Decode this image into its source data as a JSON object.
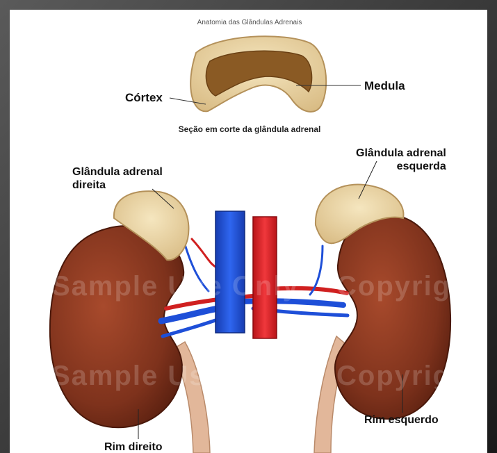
{
  "title": "Anatomia das Glândulas Adrenais",
  "caption": "Seção em corte da glândula adrenal",
  "labels": {
    "cortex": "Córtex",
    "medula": "Medula",
    "right_adrenal_line1": "Glândula adrenal",
    "right_adrenal_line2": "direita",
    "left_adrenal_line1": "Glândula adrenal",
    "left_adrenal_line2": "esquerda",
    "right_kidney": "Rim direito",
    "left_kidney": "Rim esquerdo"
  },
  "watermarks": [
    "Sample Use Only",
    "Copyright",
    "Sample Use",
    "Copyright"
  ],
  "colors": {
    "kidney": "#8a3a22",
    "adrenal": "#e8d3a0",
    "medulla": "#8a5a24",
    "vein": "#1e4fd8",
    "artery": "#e0242a",
    "ureter": "#e2b79a"
  }
}
